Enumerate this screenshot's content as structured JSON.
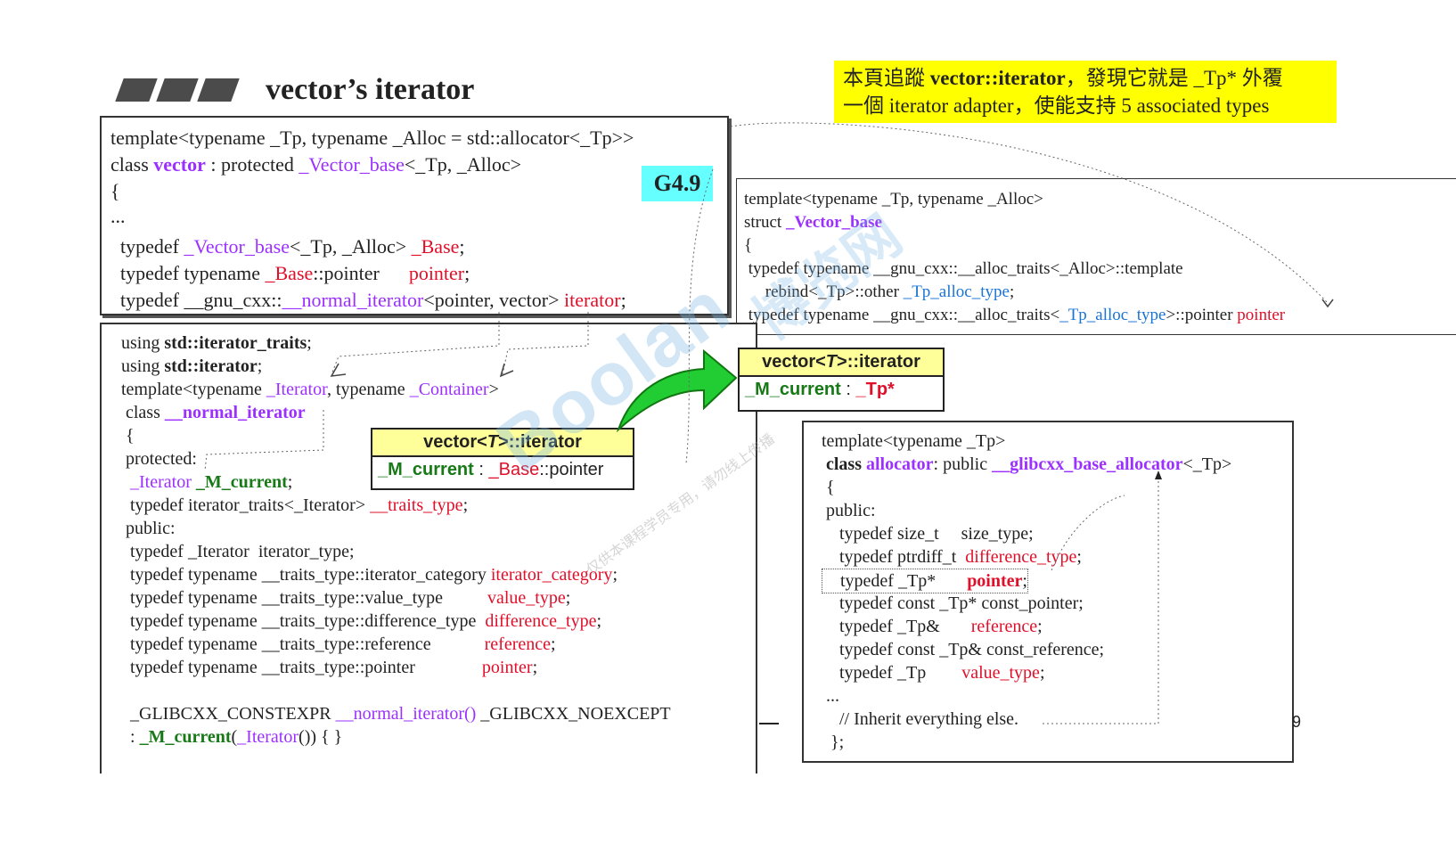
{
  "slide": {
    "title": "vector’s iterator",
    "version_badge": "G4.9",
    "note": {
      "line1_pre": "本頁追蹤 ",
      "line1_bold": "vector::iterator",
      "line1_post": "，發現它就是 _Tp* 外覆",
      "line2": "一個 iterator adapter，使能支持 5 associated types"
    },
    "page_number": "9"
  },
  "vector_box": {
    "l1": "template<typename _Tp, typename _Alloc = std::allocator<_Tp>>",
    "l2_a": "class ",
    "l2_b": "vector",
    "l2_c": " : protected ",
    "l2_d": "_Vector_base",
    "l2_e": "<_Tp, _Alloc>",
    "l3": "{",
    "l4": "...",
    "l5_a": "  typedef ",
    "l5_b": "_Vector_base",
    "l5_c": "<_Tp, _Alloc> ",
    "l5_d": "_Base",
    "l5_e": ";",
    "l6_a": "  typedef typename ",
    "l6_b": "_Base",
    "l6_c": "::pointer      ",
    "l6_d": "pointer",
    "l6_e": ";",
    "l7_a": "  typedef __gnu_cxx::",
    "l7_b": "__normal_iterator",
    "l7_c": "<pointer, vector> ",
    "l7_d": "iterator",
    "l7_e": ";"
  },
  "vector_base_box": {
    "l1": "template<typename _Tp, typename _Alloc>",
    "l2_a": "struct ",
    "l2_b": "_Vector_base",
    "l3": "{",
    "l4": " typedef typename __gnu_cxx::__alloc_traits<_Alloc>::template",
    "l5_a": "     rebind<_Tp>::other ",
    "l5_b": "_Tp_alloc_type",
    "l5_c": ";",
    "l6_a": " typedef typename __gnu_cxx::__alloc_traits<",
    "l6_b": "_Tp_alloc_type",
    "l6_c": ">::pointer ",
    "l6_d": "pointer"
  },
  "normal_iterator_box": {
    "l1_a": "using ",
    "l1_b": "std::iterator_traits",
    "l1_c": ";",
    "l2_a": "using ",
    "l2_b": "std::iterator",
    "l2_c": ";",
    "l3_a": "template<typename ",
    "l3_b": "_Iterator",
    "l3_c": ", typename ",
    "l3_d": "_Container",
    "l3_e": ">",
    "l4_a": " class ",
    "l4_b": "__normal_iterator",
    "l5": " {",
    "l6": " protected:",
    "l7_a": "  ",
    "l7_b": "_Iterator",
    "l7_c": " ",
    "l7_d": "_M_current",
    "l7_e": ";",
    "l8_a": "  typedef iterator_traits<_Iterator> ",
    "l8_b": "__traits_type",
    "l8_c": ";",
    "l9": " public:",
    "l10": "  typedef _Iterator  iterator_type;",
    "l11_a": "  typedef typename __traits_type::iterator_category ",
    "l11_b": "iterator_category",
    "l11_c": ";",
    "l12_a": "  typedef typename __traits_type::value_type          ",
    "l12_b": "value_type",
    "l12_c": ";",
    "l13_a": "  typedef typename __traits_type::difference_type  ",
    "l13_b": "difference_type",
    "l13_c": ";",
    "l14_a": "  typedef typename __traits_type::reference            ",
    "l14_b": "reference",
    "l14_c": ";",
    "l15_a": "  typedef typename __traits_type::pointer               ",
    "l15_b": "pointer",
    "l15_c": ";",
    "l16_a": "  _GLIBCXX_CONSTEXPR ",
    "l16_b": "__normal_iterator()",
    "l16_c": " _GLIBCXX_NOEXCEPT",
    "l17_a": "  : ",
    "l17_b": "_M_current",
    "l17_c": "(",
    "l17_d": "_Iterator",
    "l17_e": "()) { }"
  },
  "allocator_box": {
    "l1": "template<typename _Tp>",
    "l2_a": " class ",
    "l2_b": "allocator",
    "l2_c": ": public ",
    "l2_d": "__glibcxx_base_allocator",
    "l2_e": "<_Tp>",
    "l3": " {",
    "l4": " public:",
    "l5": "    typedef size_t     size_type;",
    "l6_a": "    typedef ptrdiff_t  ",
    "l6_b": "difference_type",
    "l6_c": ";",
    "l7_a": "    typedef _Tp*       ",
    "l7_b": "pointer",
    "l7_c": ";",
    "l8": "    typedef const _Tp* const_pointer;",
    "l9_a": "    typedef _Tp&       ",
    "l9_b": "reference",
    "l9_c": ";",
    "l10": "    typedef const _Tp& const_reference;",
    "l11_a": "    typedef _Tp        ",
    "l11_b": "value_type",
    "l11_c": ";",
    "l12": " ...",
    "l13": "    // Inherit everything else.",
    "l14": "  };"
  },
  "callout_small": {
    "head_a": "vector<",
    "head_b": "T",
    "head_c": ">::iterator",
    "body_a": "_M_current",
    "body_b": " : ",
    "body_c": "_Base",
    "body_d": "::pointer"
  },
  "callout_big": {
    "head_a": "vector<",
    "head_b": "T",
    "head_c": ">::iterator",
    "body_a": "_M_current",
    "body_b": " : ",
    "body_c": "_Tp*"
  },
  "watermark": {
    "big": "Boolan",
    "cn": "博览网",
    "small": "仅供本课程学员专用，请勿线上传播"
  },
  "colors": {
    "purple": "#9b30ff",
    "red": "#e0102a",
    "blue": "#1a74d6",
    "green": "#177a17",
    "note_bg": "#ffff00",
    "badge_bg": "#66ffff",
    "callout_head_bg": "#ffff99"
  }
}
